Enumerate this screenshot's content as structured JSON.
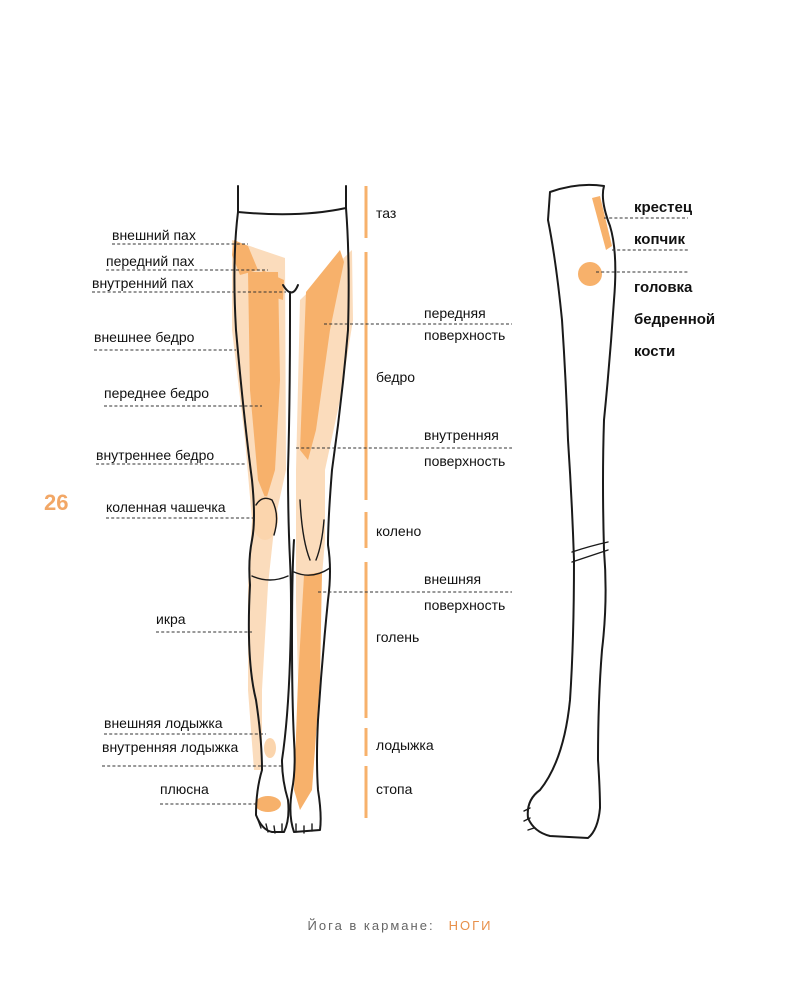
{
  "page_number": "26",
  "colors": {
    "accent": "#f7b16b",
    "accent_light": "#fbdcbc",
    "page_number": "#f2a766",
    "footer_accent": "#e8904a"
  },
  "front_view_labels": {
    "outer_groin": "внешний пах",
    "front_groin": "передний пах",
    "inner_groin": "внутренний пах",
    "outer_thigh": "внешнее бедро",
    "front_thigh": "переднее бедро",
    "inner_thigh": "внутреннее бедро",
    "kneecap": "коленная чашечка",
    "calf": "икра",
    "outer_ankle": "внешняя лодыжка",
    "inner_ankle": "внутренняя лодыжка",
    "metatarsus": "плюсна"
  },
  "surface_labels": {
    "front_surface_1": "передняя",
    "front_surface_2": "поверхность",
    "inner_surface_1": "внутренняя",
    "inner_surface_2": "поверхность",
    "outer_surface_1": "внешняя",
    "outer_surface_2": "поверхность"
  },
  "region_labels": {
    "pelvis": "таз",
    "thigh": "бедро",
    "knee": "колено",
    "shin": "голень",
    "ankle": "лодыжка",
    "foot": "стопа"
  },
  "side_view_labels": {
    "sacrum": "крестец",
    "coccyx": "копчик",
    "femoral_head_1": "головка",
    "femoral_head_2": "бедренной",
    "femoral_head_3": "кости"
  },
  "footer": {
    "book_title": "Йога в кармане:",
    "section": "НОГИ"
  }
}
